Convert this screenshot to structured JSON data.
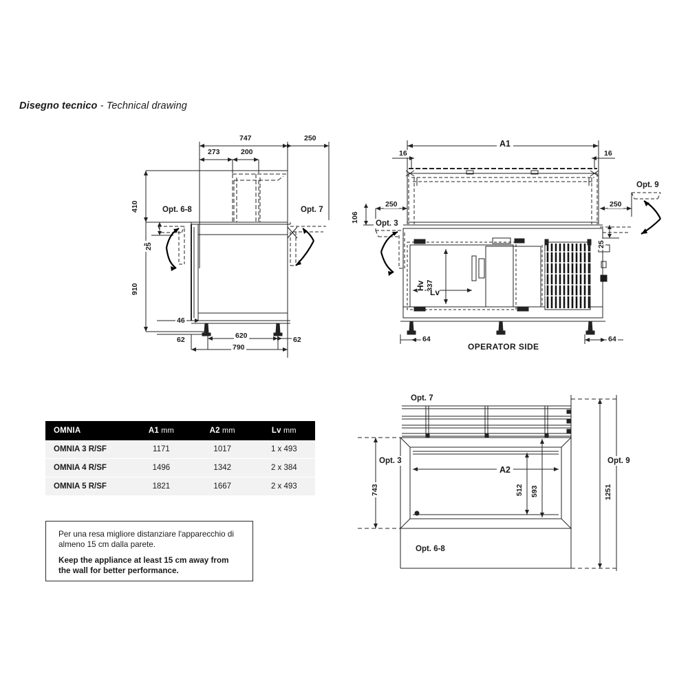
{
  "title": {
    "italian": "Disegno tecnico",
    "separator": " - ",
    "english": "Technical drawing"
  },
  "side_view": {
    "name": "side-elevation",
    "dimensions": {
      "depth_total": "747",
      "opt_overhang": "250",
      "glass_offset_1": "273",
      "glass_offset_2": "200",
      "height_glass": "410",
      "shelf_drop": "25",
      "height_total": "910",
      "plinth": "46",
      "leg_inset_left": "62",
      "leg_span": "620",
      "leg_inset_right": "62",
      "base_width": "790"
    },
    "options": {
      "left": "Opt. 6-8",
      "right": "Opt. 7"
    }
  },
  "front_view": {
    "name": "front-elevation",
    "dimensions": {
      "width_label": "A1",
      "edge_left": "16",
      "edge_right": "16",
      "opt3_offset": "250",
      "opt9_offset": "250",
      "top_height": "106",
      "shelf_drop": "25",
      "basin_height": "337",
      "basin_height_label": "Hv",
      "basin_length_label": "Lv",
      "leg_inset_left": "64",
      "leg_inset_right": "64"
    },
    "options": {
      "left": "Opt. 3",
      "right": "Opt. 9"
    },
    "caption": "OPERATOR SIDE"
  },
  "detail_view": {
    "name": "opening-detail",
    "dimensions": {
      "opening_width_label": "A2",
      "height_743": "743",
      "height_512": "512",
      "height_593": "593",
      "height_1251": "1251"
    },
    "options": {
      "top": "Opt. 7",
      "left": "Opt. 3",
      "right": "Opt. 9",
      "bottom": "Opt. 6-8"
    }
  },
  "table": {
    "name": "omnia-dimension-table",
    "headers": [
      {
        "label": "OMNIA",
        "unit": ""
      },
      {
        "label": "A1",
        "unit": " mm"
      },
      {
        "label": "A2",
        "unit": " mm"
      },
      {
        "label": "Lv",
        "unit": " mm"
      }
    ],
    "rows": [
      {
        "model": "OMNIA 3 R/SF",
        "a1": "1171",
        "a2": "1017",
        "lv": "1 x 493"
      },
      {
        "model": "OMNIA 4 R/SF",
        "a1": "1496",
        "a2": "1342",
        "lv": "2 x 384"
      },
      {
        "model": "OMNIA 5 R/SF",
        "a1": "1821",
        "a2": "1667",
        "lv": "2 x 493"
      }
    ]
  },
  "note": {
    "italian": "Per una resa migliore distanziare l'apparecchio di almeno 15 cm dalla parete.",
    "english": "Keep the appliance at least 15 cm away from the wall for better performance."
  },
  "colors": {
    "ink": "#1a1a1a",
    "line": "#222222",
    "table_header_bg": "#000000",
    "table_row_bg": "#f2f2f2",
    "page_bg": "#ffffff"
  }
}
